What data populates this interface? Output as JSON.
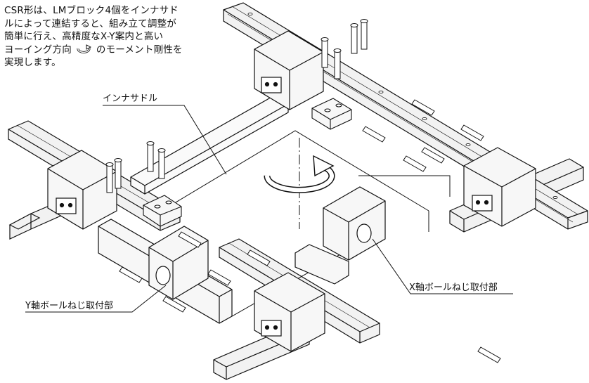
{
  "description_lines": [
    "CSR形は、LMブロック4個をインナサド",
    "ルによって連結すると、組み立て調整が",
    "簡単に行え、高精度なX-Y案内と高い",
    "ヨーイング方向",
    "のモーメント剛性を",
    "実現します。"
  ],
  "callouts": {
    "inner_saddle": "インナサドル",
    "x_axis_mount": "X軸ボールねじ取付部",
    "y_axis_mount": "Y軸ボールねじ取付部"
  },
  "colors": {
    "ink": "#111111",
    "rail_fill": "#f2f2f2",
    "block_fill": "#f7f7f7",
    "background": "#ffffff"
  },
  "icons": [
    "yaw-rotation-icon"
  ]
}
